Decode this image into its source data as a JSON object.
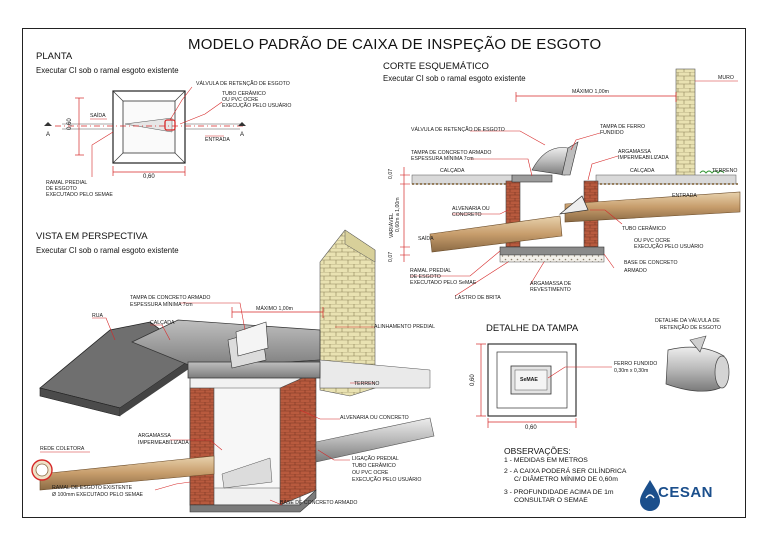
{
  "title": "MODELO PADRÃO DE CAIXA DE INSPEÇÃO DE ESGOTO",
  "planta": {
    "heading": "PLANTA",
    "subtitle": "Executar CI sob o ramal esgoto existente",
    "valvula": "VÁLVULA DE RETENÇÃO DE ESGOTO",
    "tubo1": "TUBO CERÂMICO",
    "tubo2": "OU PVC OCRE",
    "tubo3": "EXECUÇÃO PELO USUÁRIO",
    "saida": "SAÍDA",
    "entrada": "ENTRADA",
    "dim_w": "0,60",
    "dim_h": "0,60",
    "ramal1": "RAMAL PREDIAL",
    "ramal2": "DE ESGOTO",
    "ramal3": "EXECUTADO PELO SEMAE",
    "a_left": "A",
    "a_right": "A"
  },
  "corte": {
    "heading": "CORTE  ESQUEMÁTICO",
    "subtitle": "Executar CI sob o ramal esgoto existente",
    "muro": "MURO",
    "maximo": "MÁXIMO 1,00m",
    "valvula": "VÁLVULA DE RETENÇÃO DE ESGOTO",
    "tampa_ferro1": "TAMPA DE FERRO",
    "tampa_ferro2": "FUNDIDO",
    "tampa_conc1": "TAMPA DE CONCRETO ARMADO",
    "tampa_conc2": "ESPESSURA MÍNIMA 7cm",
    "argamassa_imp1": "ARGAMASSA",
    "argamassa_imp2": "IMPERMEABILIZADA",
    "calcada_l": "CALÇADA",
    "calcada_r": "CALÇADA",
    "terreno": "TERRENO",
    "alvenaria1": "ALVENARIA OU",
    "alvenaria2": "CONCRETO",
    "entrada": "ENTRADA",
    "saida": "SAÍDA",
    "variavel": "VARIÁVEL",
    "variavel2": "0,60m a 1,00m",
    "d07a": "0,07",
    "d07b": "0,07",
    "tubo1": "TUBO CERÂMICO",
    "tubo2": "OU PVC OCRE",
    "tubo3": "EXECUÇÃO PELO USUÁRIO",
    "ramal1": "RAMAL PREDIAL",
    "ramal2": "DE ESGOTO",
    "ramal3": "EXECUTADO PELO SeMAE",
    "base1": "BASE DE CONCRETO",
    "base2": "ARMADO",
    "arg_rev1": "ARGAMASSA DE",
    "arg_rev2": "REVESTIMENTO",
    "lastro": "LASTRO DE BRITA"
  },
  "perspectiva": {
    "heading": "VISTA EM PERSPECTIVA",
    "subtitle": "Executar CI sob o ramal esgoto existente",
    "tampa1": "TAMPA DE CONCRETO ARMADO",
    "tampa2": "ESPESSURA MÍNIMA 7cm",
    "maximo": "MÁXIMO 1,00m",
    "rua": "RUA",
    "calcada": "CALÇADA",
    "alinhamento": "ALINHAMENTO PREDIAL",
    "terreno": "TERRENO",
    "alvenaria": "ALVENARIA OU CONCRETO",
    "argamassa1": "ARGAMASSA",
    "argamassa2": "IMPERMEABILIZADA",
    "rede": "REDE COLETORA",
    "ligacao1": "LIGAÇÃO PREDIAL",
    "ligacao2": "TUBO CERÂMICO",
    "ligacao3": "OU PVC OCRE",
    "ligacao4": "EXECUÇÃO PELO USUÁRIO",
    "ramal1": "RAMAL DE ESGOTO EXISTENTE",
    "ramal2": "Ø 100mm  EXECUTADO PELO SEMAE",
    "base": "BASE DE CONCRETO ARMADO"
  },
  "tampa": {
    "heading": "DETALHE DA TAMPA",
    "ferro1": "FERRO FUNDIDO",
    "ferro2": "0,30m x 0,30m",
    "dim_w": "0,60",
    "dim_h": "0,60",
    "marca": "SeMAE"
  },
  "valvula_det": {
    "line1": "DETALHE DA VÁLVULA DE",
    "line2": "RETENÇÃO DE ESGOTO"
  },
  "obs": {
    "heading": "OBSERVAÇÕES:",
    "o1": "1 - MEDIDAS EM METROS",
    "o2a": "2 - A CAIXA PODERÁ SER CILÍNDRICA",
    "o2b": "C/ DIÂMETRO MÍNIMO DE 0,60m",
    "o3a": "3 - PROFUNDIDADE ACIMA DE 1m",
    "o3b": "CONSULTAR O SEMAE"
  },
  "logo": {
    "text": "CESAN",
    "color": "#1b4f8c"
  },
  "colors": {
    "accent": "#d62828",
    "brick": "#b55a3c",
    "brick_light": "#e8dfa8",
    "pipe": "#c9a678",
    "concrete": "#9a9a9a"
  }
}
